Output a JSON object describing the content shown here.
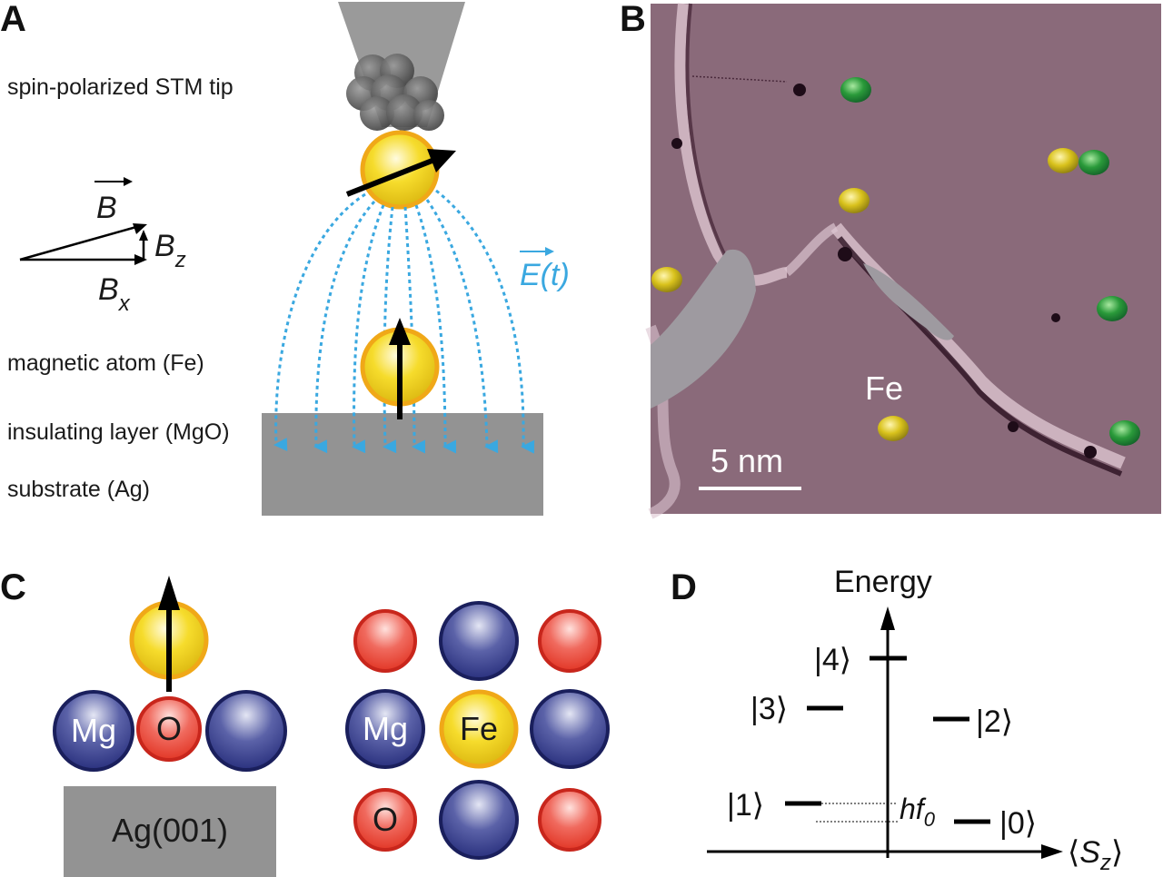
{
  "panels": {
    "a": "A",
    "b": "B",
    "c": "C",
    "d": "D"
  },
  "panel_a": {
    "tip_label": "spin-polarized STM tip",
    "field_b": "B",
    "field_bz_base": "B",
    "field_bz_sub": "z",
    "field_bx_base": "B",
    "field_bx_sub": "x",
    "efield_label": "E(t)",
    "atom_label": "magnetic atom (Fe)",
    "insulator_label": "insulating layer (MgO)",
    "substrate_label": "substrate (Ag)"
  },
  "panel_b": {
    "fe_label": "Fe",
    "scale_label": "5 nm"
  },
  "panel_c": {
    "side_mg": "Mg",
    "side_o": "O",
    "substrate": "Ag(001)",
    "top_mg": "Mg",
    "top_fe": "Fe",
    "top_o": "O"
  },
  "panel_d": {
    "y_axis": "Energy",
    "x_axis": "S",
    "x_axis_sub": "z",
    "states": [
      "|4⟩",
      "|3⟩",
      "|2⟩",
      "|1⟩",
      "|0⟩"
    ],
    "gap_label_base": "hf",
    "gap_label_sub": "0"
  },
  "colors": {
    "mgo_surface": "#8a6a7a",
    "fe_yellow": "#f2d21a",
    "fe_outline": "#f0a818",
    "mg_blue": "#232a78",
    "o_red": "#e8332c",
    "efield_blue": "#3aa8e0",
    "tip_gray": "#9a9a9a"
  }
}
